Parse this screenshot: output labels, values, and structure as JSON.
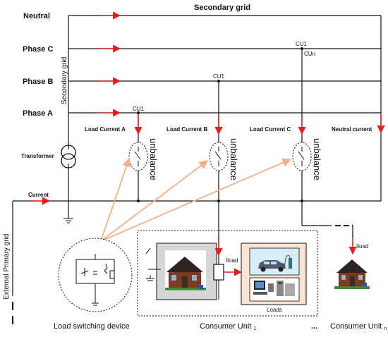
{
  "title": "Secondary grid",
  "phases": {
    "neutral": "Neutral",
    "phase_c": "Phase C",
    "phase_b": "Phase B",
    "phase_a": "Phase A"
  },
  "secondary_grid_vertical": "Secondary grid",
  "cu_tags": {
    "a": "CU1",
    "b": "CU1",
    "c": "CU1",
    "cn": "CUn"
  },
  "currents": {
    "a": "Load Current A",
    "b": "Load Current B",
    "c": "Load Current C",
    "neutral": "Neutral current"
  },
  "unbalance_label": "unbalance",
  "transformer_label": "Transformer",
  "current_label": "Current",
  "external_primary_grid": "External Primary grid",
  "iload": "Iload",
  "loads_label": "Loads",
  "captions": {
    "load_switching_device": "Load switching device",
    "consumer_unit_1": "Consumer Unit",
    "consumer_unit_1_sub": "1",
    "ellipsis": "...",
    "consumer_unit_n": "Consumer Unit",
    "consumer_unit_n_sub": "n"
  },
  "colors": {
    "line": "#111111",
    "arrow_red": "#e41f1f",
    "arrow_orange": "#f2b083",
    "consumer_bg": "#d6d6d6",
    "loads_bg": "#fae3d3",
    "screen_bg": "#d7eef7"
  }
}
